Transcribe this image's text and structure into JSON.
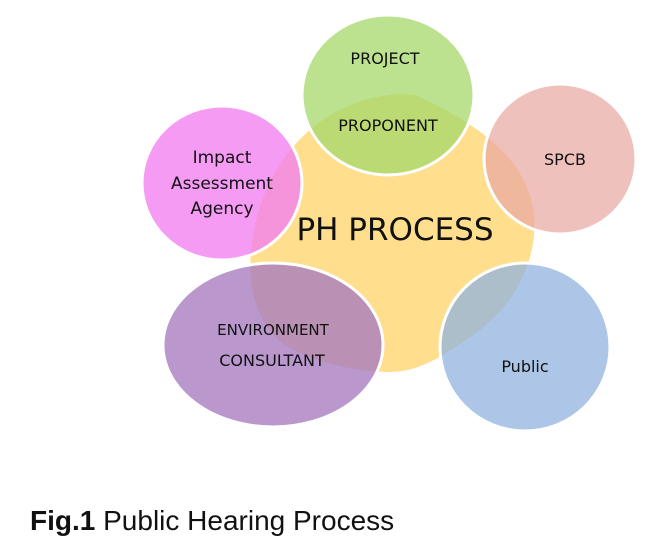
{
  "diagram": {
    "center": {
      "label": "PH PROCESS",
      "color": "#FFD87A"
    },
    "nodes": [
      {
        "id": "project-proponent",
        "lines": [
          "PROJECT",
          "PROPONENT"
        ],
        "color": "#A6D86A"
      },
      {
        "id": "spcb",
        "lines": [
          "SPCB"
        ],
        "color": "#E9A9A4"
      },
      {
        "id": "public",
        "lines": [
          "Public"
        ],
        "color": "#92B3DF"
      },
      {
        "id": "environment-consultant",
        "lines": [
          "ENVIRONMENT",
          "CONSULTANT"
        ],
        "color": "#A77BBF"
      },
      {
        "id": "impact-assessment-agency",
        "lines": [
          "Impact",
          "Assessment",
          "Agency"
        ],
        "color": "#F27FEF"
      }
    ]
  },
  "caption": {
    "fig": "Fig.1",
    "text": "Public Hearing Process"
  }
}
